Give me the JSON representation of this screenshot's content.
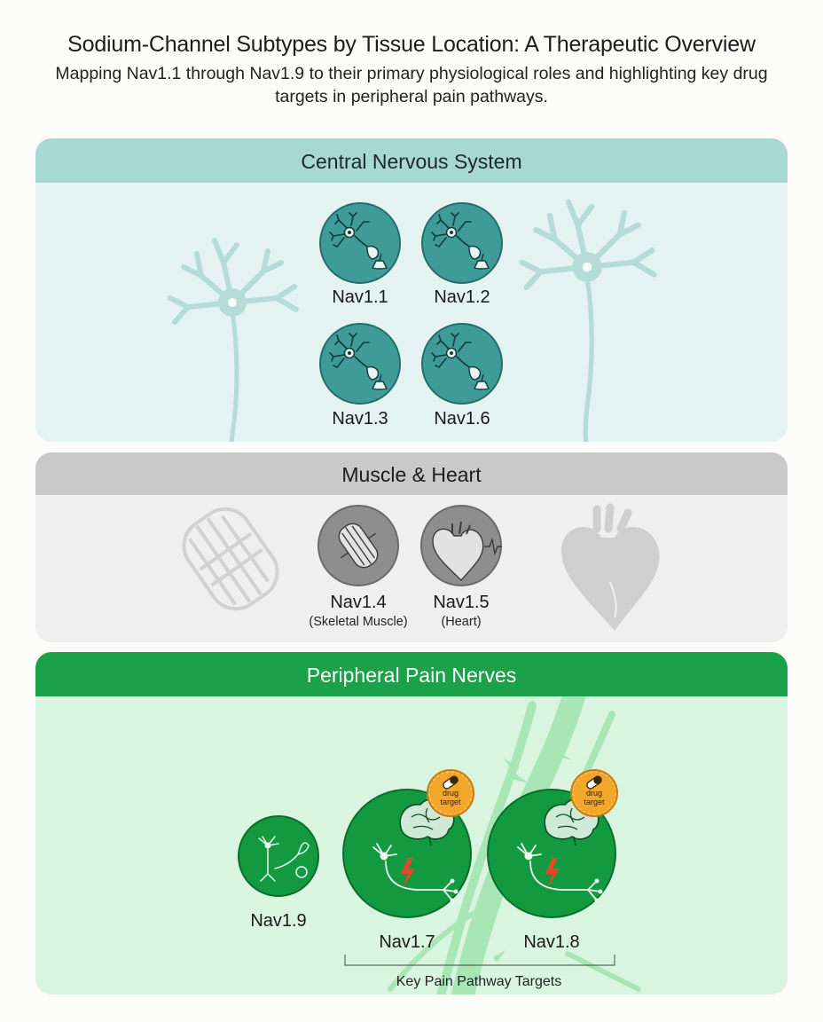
{
  "header": {
    "title": "Sodium-Channel Subtypes by Tissue Location: A Therapeutic Overview",
    "subtitle": "Mapping Nav1.1 through Nav1.9 to their primary physiological roles and highlighting key drug targets in peripheral pain pathways."
  },
  "panels": {
    "cns": {
      "title": "Central Nervous System",
      "channels": [
        "Nav1.1",
        "Nav1.2",
        "Nav1.3",
        "Nav1.6"
      ]
    },
    "muscle_heart": {
      "title": "Muscle & Heart",
      "channels": [
        {
          "name": "Nav1.4",
          "tissue": "(Skeletal Muscle)"
        },
        {
          "name": "Nav1.5",
          "tissue": "(Heart)"
        }
      ]
    },
    "peripheral": {
      "title": "Peripheral Pain Nerves",
      "channels": [
        "Nav1.9",
        "Nav1.7",
        "Nav1.8"
      ],
      "badge_line1": "drug",
      "badge_line2": "target",
      "bracket_label": "Key Pain Pathway Targets"
    }
  },
  "colors": {
    "cns_header": "#a8d8d4",
    "cns_body": "#e4f3f2",
    "cns_circle": "#3f9b97",
    "mh_header": "#c9c9c9",
    "mh_body": "#efefef",
    "mh_circle": "#8e8e8e",
    "pn_header": "#1aa14a",
    "pn_body": "#d9f5df",
    "pn_circle": "#139a40",
    "badge": "#f2a62a",
    "lightning": "#e8452a"
  },
  "icons": [
    "neuron-icon",
    "synapse-icon",
    "muscle-icon",
    "heart-icon",
    "brain-icon",
    "lightning-icon",
    "pill-icon",
    "nerve-icon"
  ]
}
